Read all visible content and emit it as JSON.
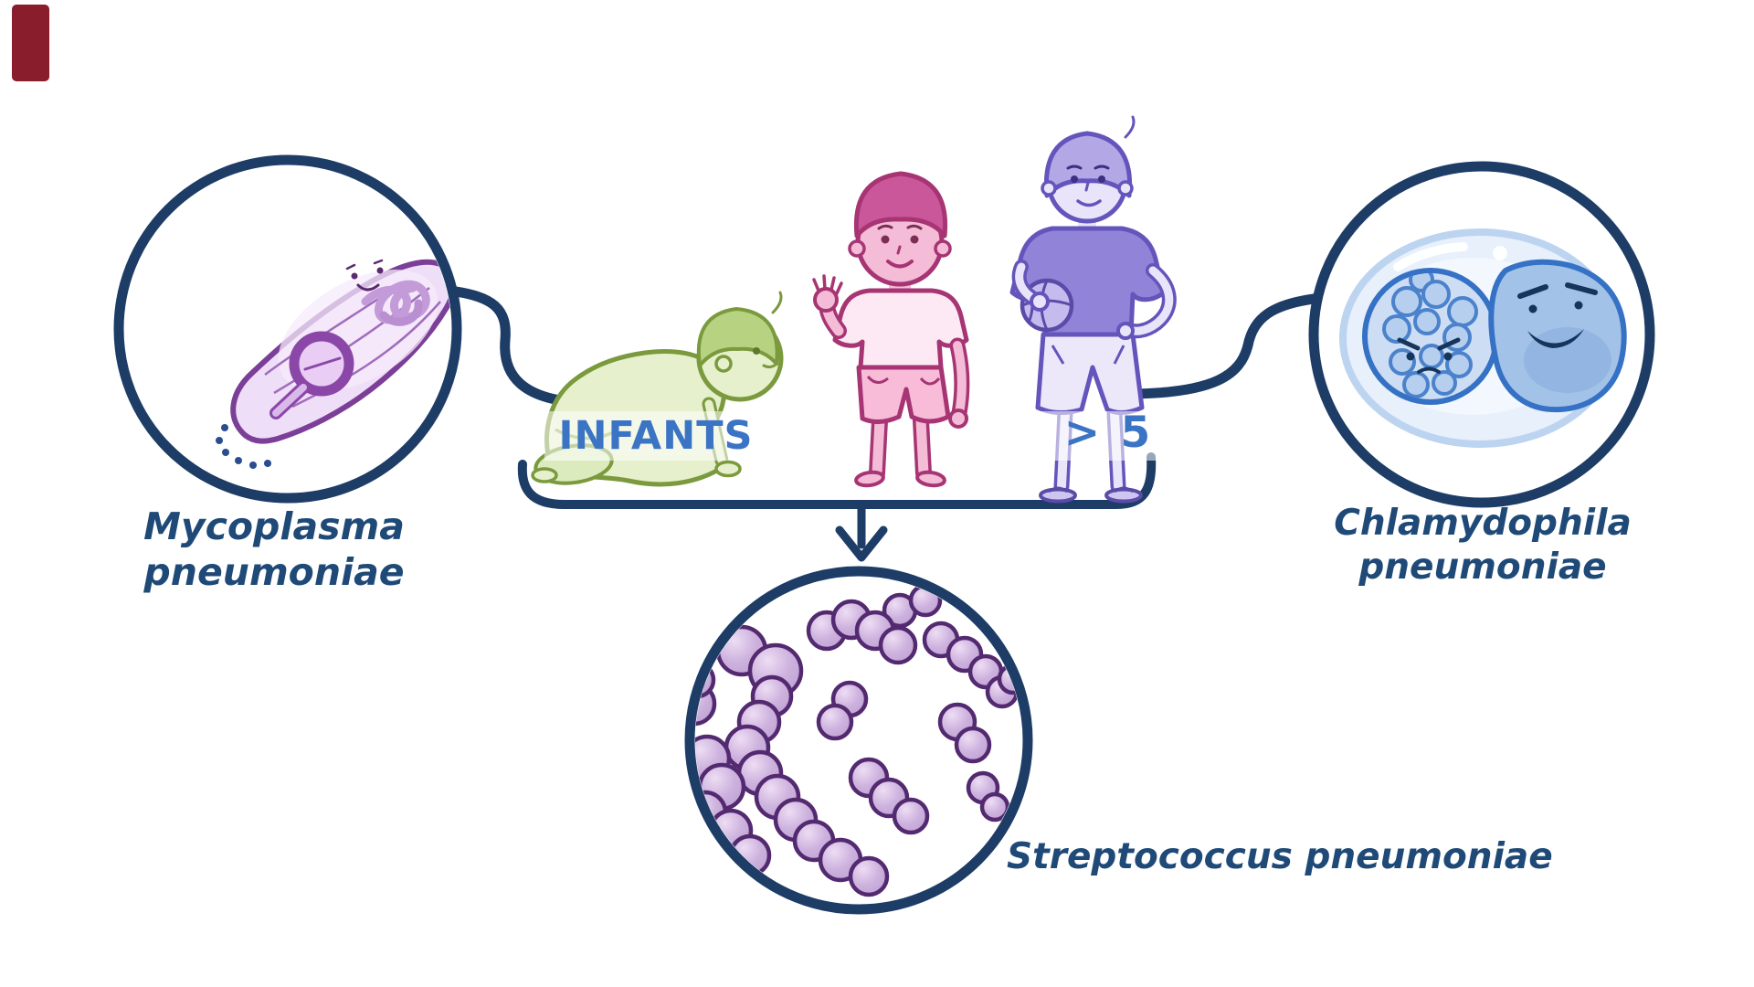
{
  "diagram": {
    "background_color": "#ffffff",
    "outline_color": "#1d3c66",
    "label_color": "#1f4a78",
    "age_label_color": "#3b74c4",
    "corner_tag_color": "#8a1d2c",
    "nodes": {
      "mycoplasma": {
        "name_line1": "Mycoplasma",
        "name_line2": "pneumoniae",
        "accent_color": "#7c3f98"
      },
      "chlamydophila": {
        "name_line1": "Chlamydophila",
        "name_line2": "pneumoniae",
        "accent_color": "#3571c5"
      },
      "streptococcus": {
        "name": "Streptococcus pneumoniae",
        "accent_color": "#532a70"
      }
    },
    "age_groups": {
      "infants_label": "INFANTS",
      "over_five_label": "> 5",
      "infant_color": "#7a9a3d",
      "child_color": "#a73473",
      "older_child_color": "#6355bb"
    }
  }
}
